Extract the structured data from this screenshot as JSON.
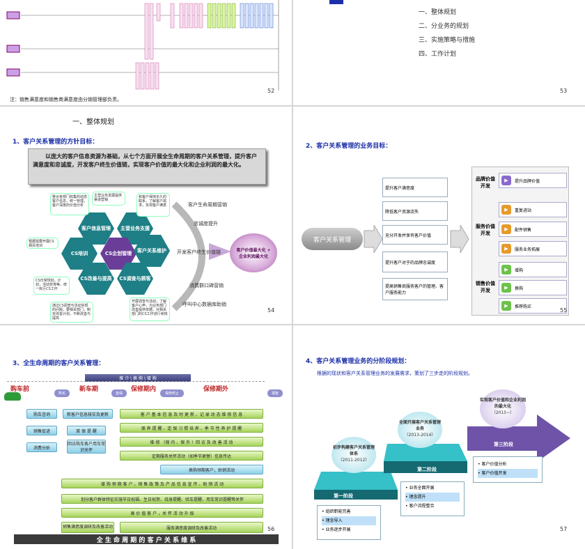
{
  "s52": {
    "note": "注：销售满意度和销售商满意度由分销管理部负责。",
    "page": "52"
  },
  "s53": {
    "items": [
      "一、整体规划",
      "二、分业务的规划",
      "三、实施策略与措施",
      "四、工作计划"
    ],
    "page": "53"
  },
  "s54": {
    "section": "一、整体规划",
    "title": "1、客户关系管理的方针目标：",
    "banner": "以庞大的客户信息资源为基础，从七个方面开展全生命周期的客户关系管理，提升客户满意度和忠诚度，开发客户终生价值链，实现客户价值的最大化和企业利润的最大化。",
    "hex": [
      "客户信息管理",
      "主营业务支援",
      "CS培训",
      "CS企划管理",
      "客户关系维护",
      "CS改善与提高",
      "CS调查与顾客"
    ],
    "bubbles": [
      "整合各部门收集的动态客户信息，统一管理，客户深度的价值分析",
      "主营业务发展提供渠道营销",
      "和客户保持长久的联系，了解客户需求，实现客户满意",
      "根据需要开展CS相关培训",
      "CS日常规划，计划，活动安排等，统一执行CS工作",
      "通过CS调查与活动实现的问题，要相关部门，制定改善计划，不断改善与提高",
      "开展调查与活动，了解客户心声，为业务部门改善提供依据，对相关部门的CS工作进行考核"
    ],
    "flow": [
      "客户生命周期营销",
      "忠诚度提升",
      "开发客户终生价值链",
      "消费群口碑营销",
      "呼叫中心数据库助销"
    ],
    "goal": "客户价值最大化 + 企业利润最大化",
    "page": "54"
  },
  "s55": {
    "title": "2、客户关系管理的业务目标：",
    "center": "客户关系管理",
    "mid": [
      "提升客户满意度",
      "降低客户资源流失",
      "充分开发并享有客户价值",
      "提升客户对于的品牌忠诚度",
      "提高销售商服务客户的管理、客户服务能力"
    ],
    "groups": [
      {
        "label": "品牌价值开发",
        "items": [
          "提升品牌价值"
        ]
      },
      {
        "label": "服务价值开发",
        "items": [
          "重复进站",
          "配件销售",
          "服务业务拓展"
        ]
      },
      {
        "label": "销售价值开发",
        "items": [
          "增购",
          "换购",
          "推荐购买"
        ]
      }
    ],
    "page": "55"
  },
  "s56": {
    "title": "3、全生命周期的客户关系管理：",
    "top": "推 介 \\ 换 购 \\ 增 购",
    "phases": [
      "购车前",
      "新车期",
      "保修期内",
      "保修期外"
    ],
    "tags": [
      "购买",
      "首保",
      "保修终止",
      "报废"
    ],
    "left": [
      "购车咨询",
      "销售促进",
      "消费分析"
    ],
    "col2": [
      "新客户信息核实及更新",
      "首 保 提 醒",
      "回访购车客户用车常识关怀"
    ],
    "rows": [
      "客 户 基 本 信 息 及 时 更 新 、记 录 动 态 维 修 信 息",
      "保 养 提 醒 、定 保 习 惯 培 养 、季 节 性 养 护 提 醒",
      "维 修 （保 内 、保 外 ）回 访 及 改 善 活 动",
      "定期服务关怀活动（如季节更替）信息传达",
      "换购预期客户，助销活动",
      "增 购 预 期 客 户 ，销 售 政 策 及 产 品 信 息 宣 传 、助 销 活 动",
      "划分客户群体特征实施节日祝福、生日祝贺、烧身提醒、验车提醒、用车常识提醒等关怀",
      "高 价 值 客 户 ，关 怀 活 动 升 级"
    ],
    "bottom": [
      "销售满意度调研及改善活动",
      "服务满意度调研及改善活动"
    ],
    "base": "全 生 命 周 期 的 客 户 关 系 维 系",
    "page": "56"
  },
  "s57": {
    "title": "4、客户关系管理业务的分阶段规划：",
    "desc": "根据的现状和客户关系管理业务的发展需求，策划了三步走的阶段规划。",
    "stages": [
      {
        "name": "第一阶段",
        "head": "初步构建客户关系管理体系",
        "years": "（2011-2012）",
        "items": [
          "组织职能完善",
          "理念导入",
          "业务逐步开展"
        ]
      },
      {
        "name": "第二阶段",
        "head": "全面开展客户关系管理业务",
        "years": "（2013-2014）",
        "items": [
          "业务全面开展",
          "理念提升",
          "客户流程整合"
        ]
      },
      {
        "name": "第三阶段",
        "head": "实现客户价值和企业利润的最大化",
        "years": "（2015~）",
        "items": [
          "客户价值分析",
          "客户价值开发"
        ]
      }
    ],
    "page": "57"
  },
  "colors": {
    "title": "#1b2fa8",
    "green": "#a6d35a",
    "teal": "#1e7f86",
    "purple": "#6a3e98"
  }
}
